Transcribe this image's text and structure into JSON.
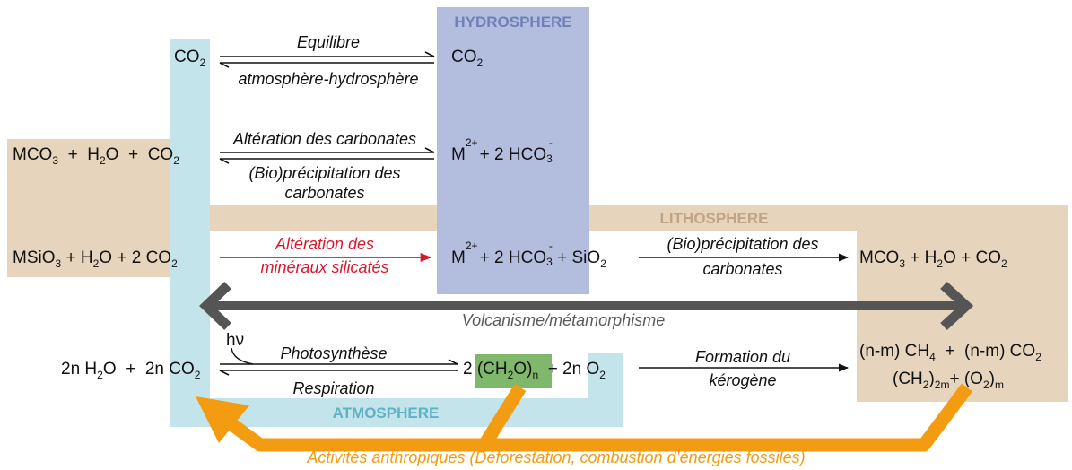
{
  "zones": {
    "hydrosphere": "HYDROSPHERE",
    "lithosphere": "LITHOSPHERE",
    "atmosphere": "ATMOSPHERE"
  },
  "row1": {
    "left": "CO",
    "right": "CO",
    "arrow_top": "Equilibre",
    "arrow_bottom": "atmosphère-hydrosphère"
  },
  "row2": {
    "left": {
      "m": "MCO",
      "plus1": "+",
      "h2o": "H",
      "h2o_o": "O",
      "plus2": "+",
      "co2": "CO"
    },
    "arrow_top": "Altération des carbonates",
    "arrow_bottom_1": "(Bio)précipitation des",
    "arrow_bottom_2": "carbonates",
    "right": {
      "m": "M",
      "m_charge": "2+",
      "plus": "+ 2",
      "hco": "HCO",
      "hco_charge": "-"
    }
  },
  "row3": {
    "left": {
      "m": "MSiO",
      "plus1": "+",
      "h2o": "H",
      "h2o_o": "O",
      "plus2": "+ 2",
      "co2": "CO"
    },
    "arrow_top": "Altération des",
    "arrow_bottom": "minéraux silicatés",
    "mid": {
      "m": "M",
      "m_charge": "2+",
      "plus": "+ 2",
      "hco": "HCO",
      "hco_charge": "-",
      "plus2": "+",
      "sio": "SiO"
    },
    "arrow2_top": "(Bio)précipitation des",
    "arrow2_bottom": "carbonates",
    "right": "MCO + H O + CO"
  },
  "volcanism": "Volcanisme/métamorphisme",
  "row4": {
    "hv": "hν",
    "left": {
      "coef1": "2n",
      "h2o": "H",
      "h2o_o": "O",
      "plus": "+",
      "coef2": "2n",
      "co2": "CO"
    },
    "arrow_top": "Photosynthèse",
    "arrow_bottom": "Respiration",
    "mid": {
      "coef": "2",
      "ch2o": "(CH",
      "ch2o_o": "O)",
      "plus": "+ 2n",
      "o2": "O"
    },
    "arrow2_top": "Formation du",
    "arrow2_bottom": "kérogène",
    "right_1": {
      "a": "(n-m) CH",
      "b": "+",
      "c": "(n-m) CO"
    },
    "right_2": {
      "a": "(CH",
      "a2": ")",
      "b": "+ (O",
      "b2": ")"
    }
  },
  "subscripts": {
    "two": "2",
    "three": "4",
    "n": "n",
    "twom": "2m",
    "m": "m",
    "thr": "3"
  },
  "anthropic": "Activités anthropiques (Déforestation, combustion d’énergies fossiles)",
  "colors": {
    "hydrosphere": "#b3bedf",
    "lithosphere": "#e6d4bc",
    "atmosphere": "#c2e4ea",
    "organic_box": "#7fb86a",
    "orange": "#f39c12",
    "red": "#d9182d",
    "grey": "#555555"
  }
}
